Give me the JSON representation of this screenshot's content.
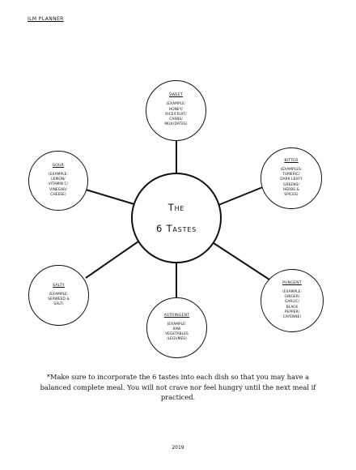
{
  "header": {
    "label": "ILM Planner"
  },
  "center": {
    "line1": "The",
    "line2": "6 Tastes"
  },
  "tastes": {
    "sweet": {
      "title": "Sweet",
      "desc": "(Example:\nhoney/\nrice/fruit/\ncarbs/\nmilk/dates)"
    },
    "bitter": {
      "title": "Bitter",
      "desc": "(Examples:\nTumeric/\ndark leafy\ngreens/\nherbs &\nSpices)"
    },
    "pungent": {
      "title": "Pungent",
      "desc": "(Example:\nginger/\ngarlic/\nblack\npepper/\ncayenne)"
    },
    "astringent": {
      "title": "Astringent",
      "desc": "(Example:\nraw\nvegetables\n/legumes)"
    },
    "salty": {
      "title": "Salty",
      "desc": "(Example:\nseaweed &\nsalt)"
    },
    "sour": {
      "title": "Sour",
      "desc": "(Example:\nlemon/\nvitamin C/\nvinegar/\ncheese)"
    }
  },
  "note": "*Make sure to incorporate the 6 tastes into each dish so that you may have a balanced complete meal. You will not crave nor feel hungry until the next meal if practiced.",
  "footer": {
    "year": "2019"
  }
}
